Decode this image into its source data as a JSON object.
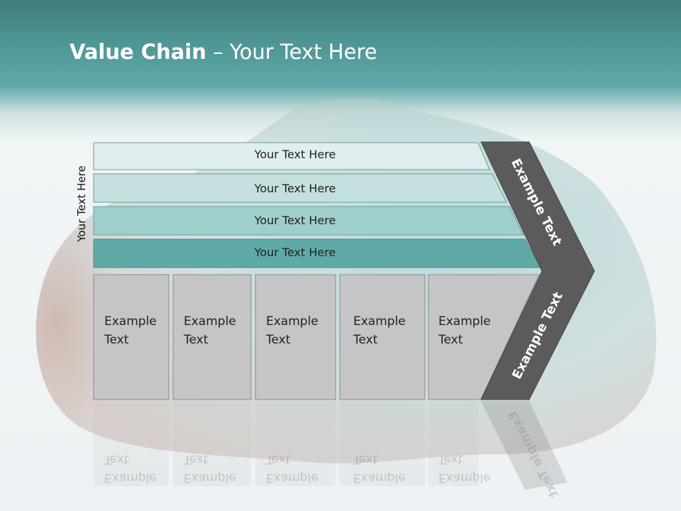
{
  "slide": {
    "title_bold": "Value Chain",
    "title_rest": " – Your Text Here",
    "side_label": "Your Text Here",
    "bars": [
      {
        "label": "Your Text Here",
        "color": "#dfeeee"
      },
      {
        "label": "Your Text Here",
        "color": "#c3e0df"
      },
      {
        "label": "Your Text Here",
        "color": "#9ecfcc"
      },
      {
        "label": "Your Text Here",
        "color": "#5faaa6"
      }
    ],
    "boxes": [
      {
        "line1": "Example",
        "line2": "Text"
      },
      {
        "line1": "Example",
        "line2": "Text"
      },
      {
        "line1": "Example",
        "line2": "Text"
      },
      {
        "line1": "Example",
        "line2": "Text"
      },
      {
        "line1": "Example",
        "line2": "Text"
      }
    ],
    "chevron_top_label": "Example Text",
    "chevron_bottom_label": "Example Text",
    "colors": {
      "box_fill": "#c5c5c5",
      "chevron_fill": "#5b5b5b",
      "header_teal": "#4f9594"
    }
  }
}
